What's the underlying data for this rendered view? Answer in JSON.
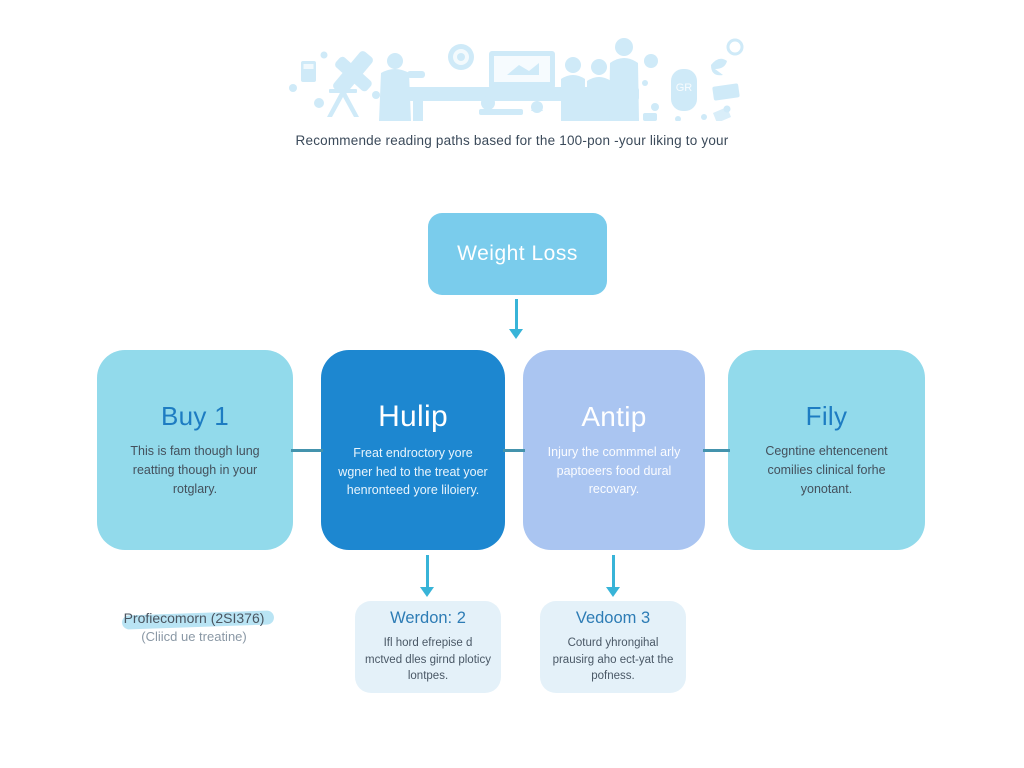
{
  "header": {
    "illustration": "medical-scene",
    "subtitle": "Recommende reading paths based for the 100-pon -your liking to your"
  },
  "root_node": {
    "label": "Weight Loss"
  },
  "main_nodes": [
    {
      "title": "Buy 1",
      "body": "This is fam though lung reatting though in your rotglary."
    },
    {
      "title": "Hulip",
      "body": "Freat endroctory yore wgner hed to the treat yoer henronteed yore liloiery."
    },
    {
      "title": "Antip",
      "body": "Injury the commmel arly paptoeers food dural recovary."
    },
    {
      "title": "Fily",
      "body": "Cegntine ehtencenent comilies clinical forhe yonotant."
    }
  ],
  "sub_nodes": [
    {
      "title": "Werdon: 2",
      "body": "Ifl hord efrepise d mctved dles girnd ploticy lontpes."
    },
    {
      "title": "Vedoom 3",
      "body": "Coturd yhrongihal prausirg aho ect-yat the pofness."
    }
  ],
  "note": {
    "line1": "Profiecomorn (2SI376)",
    "line2": "(Cliicd ue treatine)"
  },
  "colors": {
    "root_box": "#7accec",
    "cyan_box": "#92daeb",
    "blue_box": "#1d87d0",
    "periwinkle_box": "#aac5f1",
    "sub_box": "#e4f1f9",
    "arrow": "#38b4d8",
    "connector": "#4493ad",
    "title_blue": "#1d7cc2",
    "highlight": "#b9e4f4",
    "illustration_blue": "#cfeaf8"
  }
}
